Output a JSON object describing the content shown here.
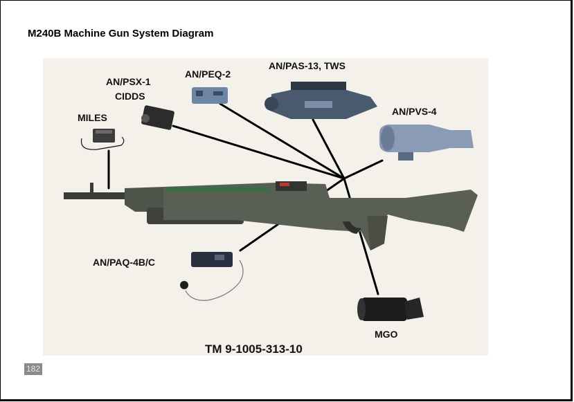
{
  "slide": {
    "title": "M240B Machine Gun System Diagram",
    "page_number": "182"
  },
  "labels": {
    "psx1_line1": "AN/PSX-1",
    "psx1_line2": "CIDDS",
    "peq2": "AN/PEQ-2",
    "pas13": "AN/PAS-13, TWS",
    "pvs4": "AN/PVS-4",
    "miles": "MILES",
    "paq4": "AN/PAQ-4B/C",
    "mgo": "MGO",
    "manual": "TM 9-1005-313-10"
  },
  "colors": {
    "weapon": "#5a5f55",
    "weapon_dark": "#3a3d36",
    "optic": "#4a5a6e",
    "optic_light": "#7d8ea8",
    "connector": "#000000"
  }
}
